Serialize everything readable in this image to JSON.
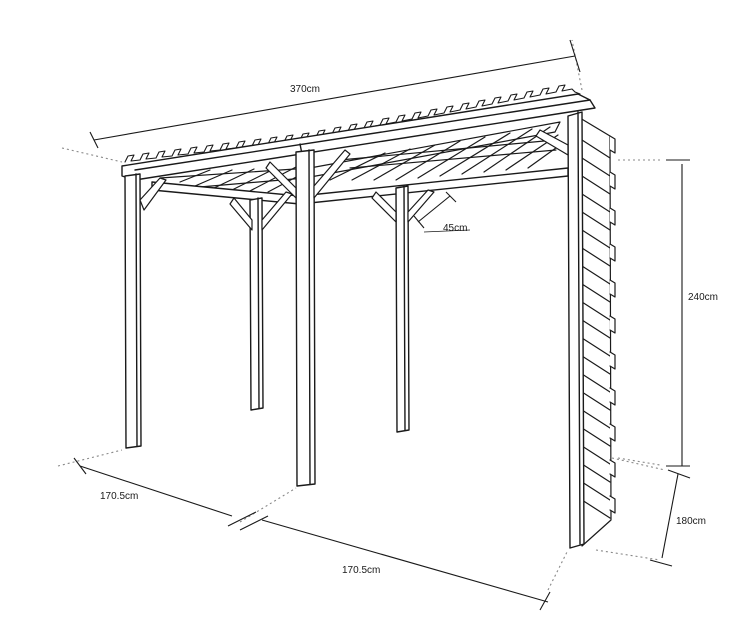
{
  "diagram": {
    "subject": "pergola-with-side-screen",
    "line_color": "#1a1a1a",
    "fill_color": "#ffffff",
    "dimensions": {
      "length": "370cm",
      "depth_front": "170.5cm",
      "depth_side": "170.5cm",
      "height": "240cm",
      "side_depth": "180cm",
      "brace": "45cm"
    }
  }
}
